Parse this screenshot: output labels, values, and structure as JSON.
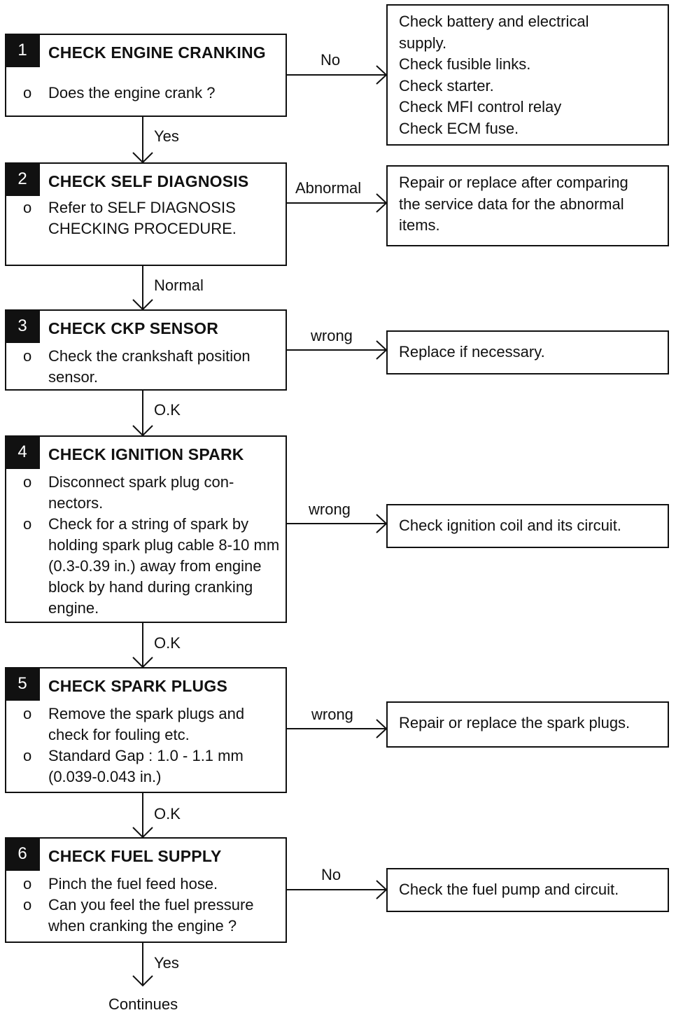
{
  "steps": [
    {
      "num": "1",
      "title": "CHECK ENGINE CRANKING",
      "bullets": [
        {
          "marker": "o",
          "text": "Does the engine crank ?"
        }
      ]
    },
    {
      "num": "2",
      "title": "CHECK SELF DIAGNOSIS",
      "bullets": [
        {
          "marker": "o",
          "text": "Refer to SELF DIAGNOSIS CHECKING PROCEDURE."
        }
      ]
    },
    {
      "num": "3",
      "title": "CHECK CKP SENSOR",
      "bullets": [
        {
          "marker": "o",
          "text": "Check the crankshaft position sensor."
        }
      ]
    },
    {
      "num": "4",
      "title": "CHECK IGNITION SPARK",
      "bullets": [
        {
          "marker": "o",
          "text": "Disconnect spark plug con-nectors."
        },
        {
          "marker": "o",
          "text": "Check for a string of spark by holding spark plug cable 8-10 mm (0.3-0.39 in.) away from engine block by hand during cranking engine."
        }
      ]
    },
    {
      "num": "5",
      "title": "CHECK SPARK PLUGS",
      "bullets": [
        {
          "marker": "o",
          "text": "Remove the spark plugs and check for fouling etc."
        },
        {
          "marker": "o",
          "text": "Standard Gap : 1.0 - 1.1 mm (0.039-0.043 in.)"
        }
      ]
    },
    {
      "num": "6",
      "title": "CHECK FUEL SUPPLY",
      "bullets": [
        {
          "marker": "o",
          "text": "Pinch the fuel feed hose."
        },
        {
          "marker": "o",
          "text": "Can you feel the fuel pressure when cranking the engine ?"
        }
      ]
    }
  ],
  "remedies": [
    {
      "lines": [
        "Check battery and electrical",
        "supply.",
        "Check fusible links.",
        "Check starter.",
        "Check MFI control relay",
        "Check ECM fuse."
      ]
    },
    {
      "lines": [
        "Repair or replace after comparing",
        "the  service data for the abnormal",
        "items."
      ]
    },
    {
      "lines": [
        "Replace if necessary."
      ]
    },
    {
      "lines": [
        "Check ignition coil and its circuit."
      ]
    },
    {
      "lines": [
        "Repair or replace the spark plugs."
      ]
    },
    {
      "lines": [
        "Check the fuel pump and circuit."
      ]
    }
  ],
  "branch_labels": [
    "No",
    "Abnormal",
    "wrong",
    "wrong",
    "wrong",
    "No"
  ],
  "flow_labels": [
    "Yes",
    "Normal",
    "O.K",
    "O.K",
    "O.K",
    "Yes"
  ],
  "end_label": "Continues"
}
